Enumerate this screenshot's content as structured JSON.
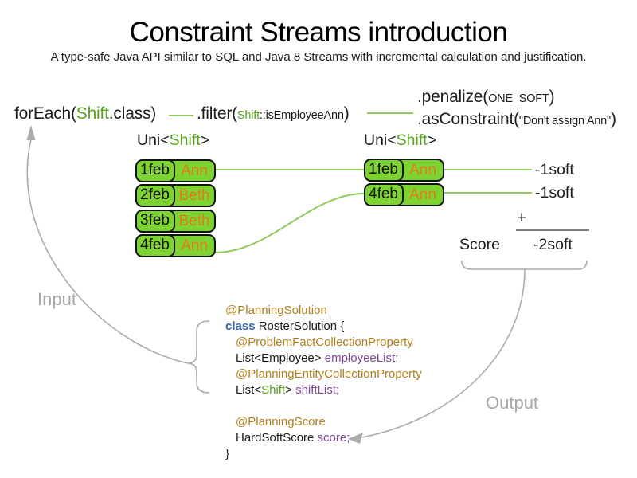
{
  "title": "Constraint Streams introduction",
  "subtitle": "A type-safe Java API similar to SQL and Java 8 Streams with incremental calculation and justification.",
  "pipeline": {
    "foreach_pre": "forEach(",
    "foreach_type": "Shift",
    "foreach_post": ".class)",
    "filter_pre": ".filter(",
    "filter_type": "Shift",
    "filter_arg": "::isEmployeeAnn",
    "filter_post": ")",
    "penalize_pre": ".penalize(",
    "penalize_arg": "ONE_SOFT",
    "penalize_post": ")",
    "asconstraint_pre": ".asConstraint(",
    "asconstraint_arg": "\"Don't assign Ann\"",
    "asconstraint_post": ")"
  },
  "streams": {
    "left": {
      "label_pre": "Uni<",
      "label_type": "Shift",
      "label_post": ">",
      "rows": [
        {
          "date": "1feb",
          "name": "Ann"
        },
        {
          "date": "2feb",
          "name": "Beth"
        },
        {
          "date": "3feb",
          "name": "Beth"
        },
        {
          "date": "4feb",
          "name": "Ann"
        }
      ]
    },
    "right": {
      "label_pre": "Uni<",
      "label_type": "Shift",
      "label_post": ">",
      "rows": [
        {
          "date": "1feb",
          "name": "Ann"
        },
        {
          "date": "4feb",
          "name": "Ann"
        }
      ]
    }
  },
  "scores": {
    "match_1": "-1soft",
    "match_2": "-1soft",
    "plus": "+",
    "score_label": "Score",
    "total": "-2soft"
  },
  "flow_labels": {
    "input": "Input",
    "output": "Output"
  },
  "code": {
    "l1": "@PlanningSolution",
    "l2_kw": "class ",
    "l2_rest": "RosterSolution {",
    "l3": "@ProblemFactCollectionProperty",
    "l4_plain": "List<Employee> ",
    "l4_field": "employeeList;",
    "l5": "@PlanningEntityCollectionProperty",
    "l6_pre": "List<",
    "l6_type": "Shift",
    "l6_mid": "> ",
    "l6_field": "shiftList;",
    "l7": "@PlanningScore",
    "l8_plain": "HardSoftScore ",
    "l8_field": "score;",
    "l9": "}"
  },
  "colors": {
    "box_green": "#7cd332",
    "type_green": "#56a41d",
    "name_orange": "#e07e16",
    "annotation_gold": "#b0801e",
    "keyword_blue": "#3465a4",
    "field_purple": "#7d4699",
    "line_green": "#93ca5f",
    "arrow_gray": "#ababab",
    "label_gray": "#a6a6a6"
  }
}
